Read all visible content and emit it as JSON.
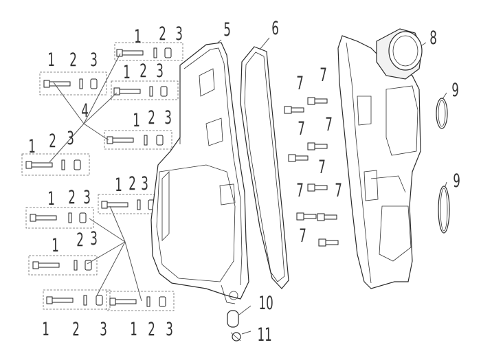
{
  "callouts": {
    "set_a": [
      "1",
      "2",
      "3"
    ],
    "set_b": [
      "1",
      "2",
      "3"
    ],
    "set_c": [
      "1",
      "2",
      "3"
    ],
    "set_d": [
      "1",
      "2",
      "3"
    ],
    "set_e": [
      "1",
      "2",
      "3"
    ],
    "set_f": [
      "1",
      "2",
      "3"
    ],
    "set_g": [
      "1",
      "2",
      "3"
    ],
    "set_h": [
      "1",
      "2",
      "3"
    ],
    "set_i": [
      "1",
      "2",
      "3"
    ],
    "group_4": "4",
    "cover": "5",
    "gasket": "6",
    "bolt": "7",
    "housing": "8",
    "oring_top": "9",
    "oring_bottom": "9",
    "plug": "10",
    "clip": "11"
  }
}
